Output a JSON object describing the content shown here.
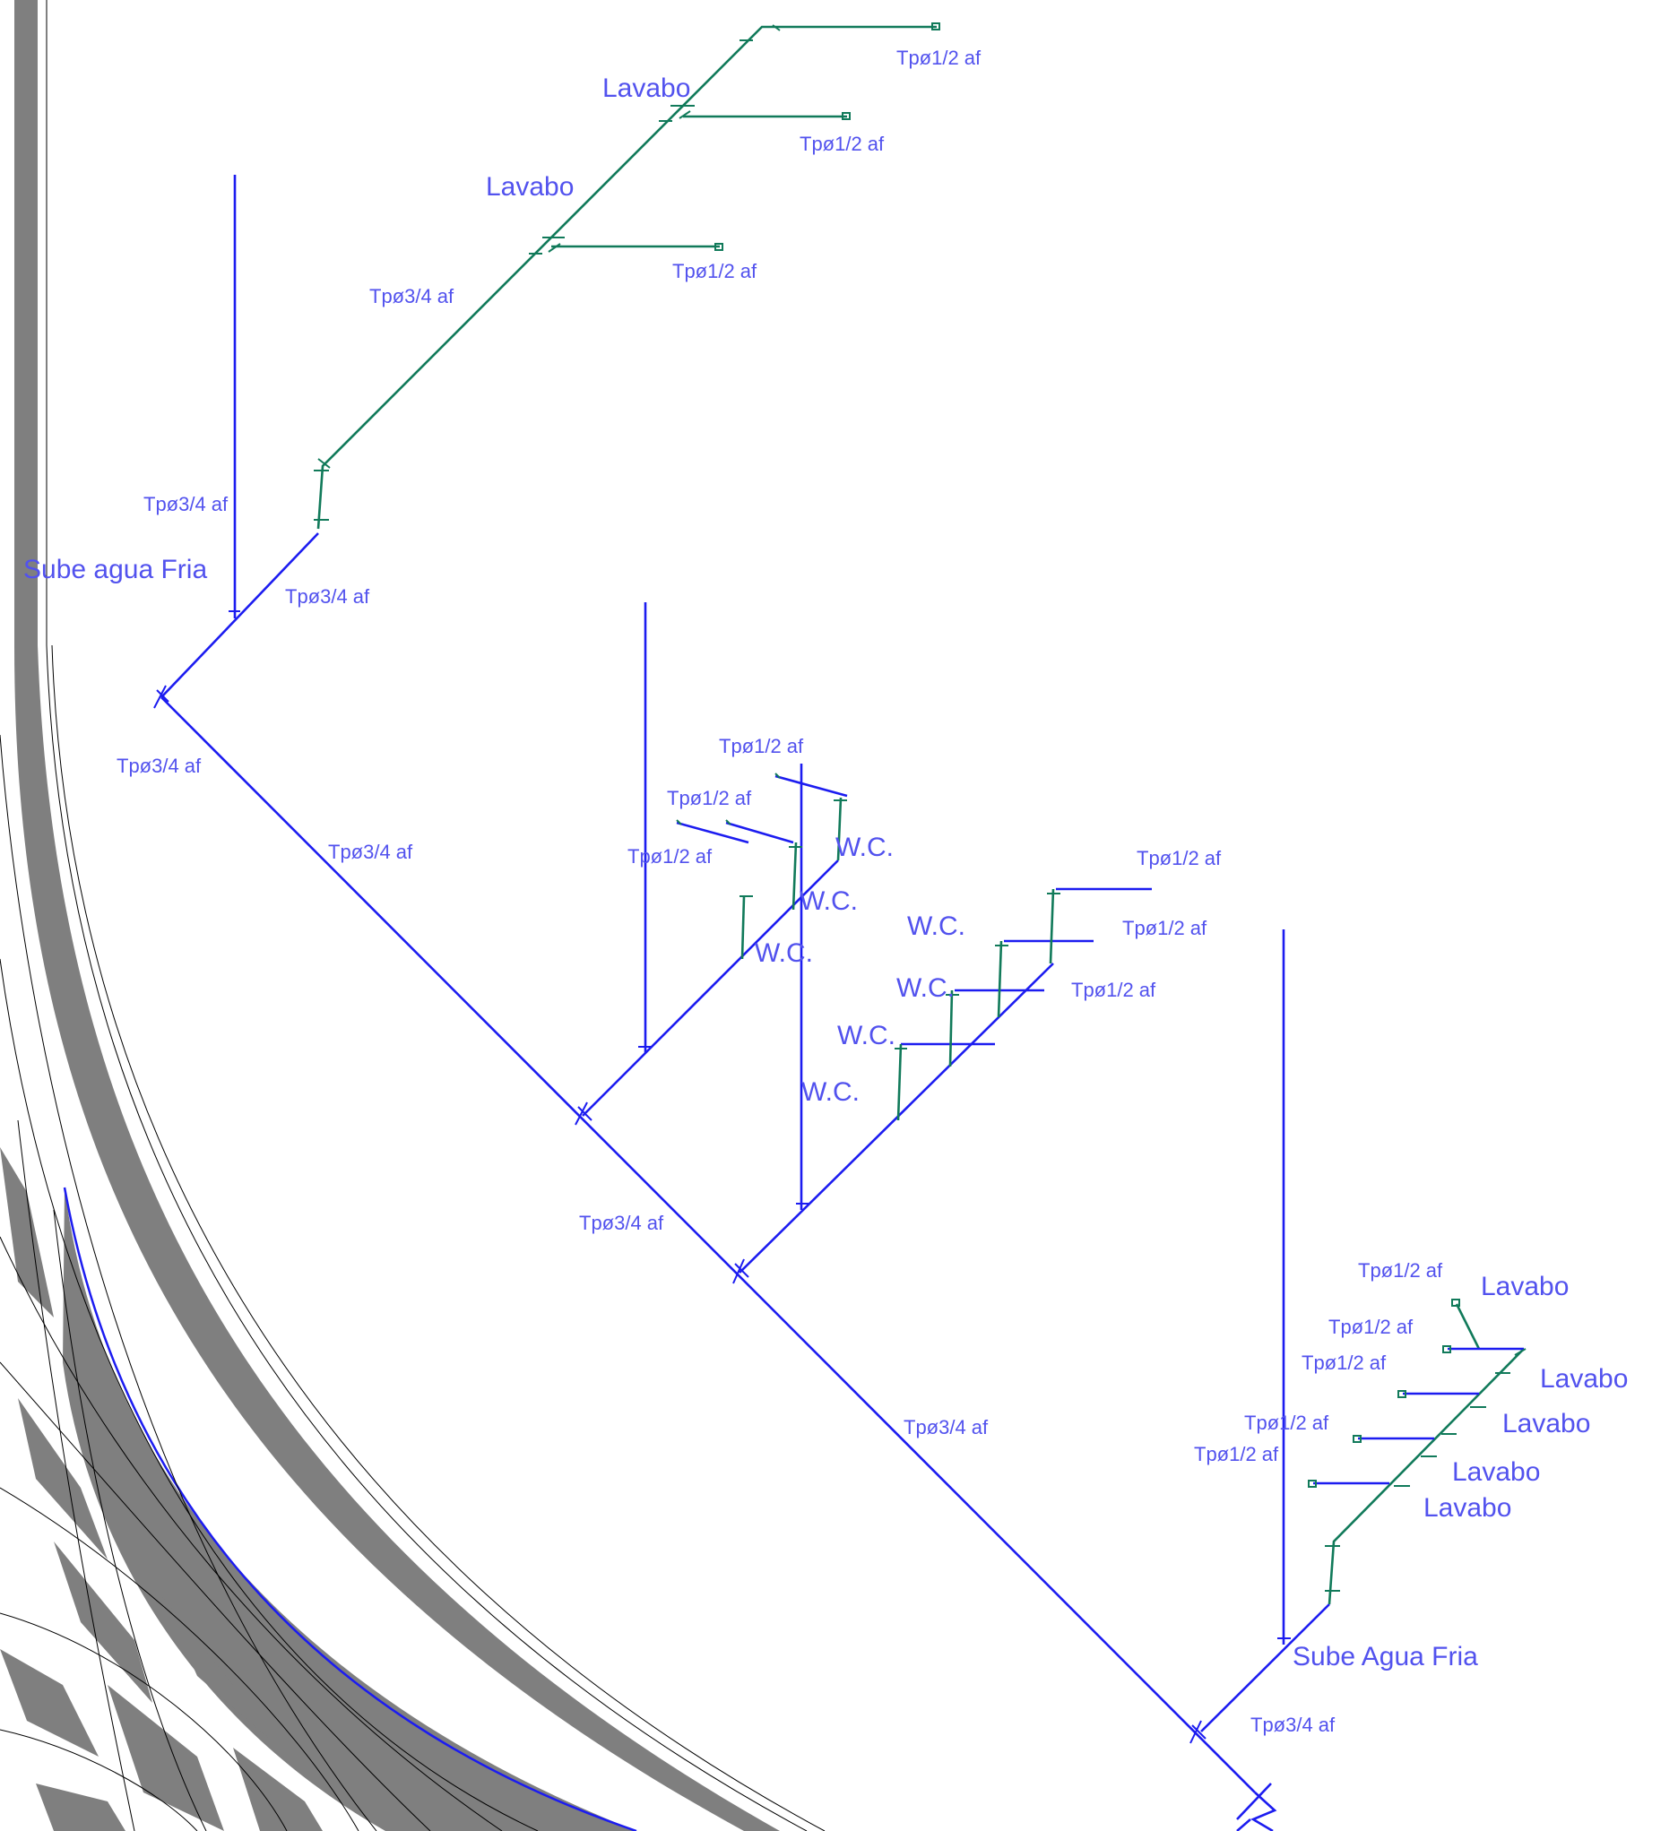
{
  "colors": {
    "main_pipe": "#1c1cf0",
    "branch_pipe": "#117a5a",
    "label": "#5252ee",
    "decoration_gray": "#7f7f7f"
  },
  "labels": {
    "top_tp_1": "Tpø1/2 af",
    "top_lavabo_1": "Lavabo",
    "top_tp_2": "Tpø1/2 af",
    "top_lavabo_2": "Lavabo",
    "top_tp_3": "Tpø1/2 af",
    "top_tp34_1": "Tpø3/4 af",
    "left_tp34": "Tpø3/4 af",
    "sube_agua_fria": "Sube agua Fria",
    "left_tp34_2": "Tpø3/4 af",
    "left_tp34_3": "Tpø3/4 af",
    "diag_tp34": "Tpø3/4 af",
    "mid_tp_1": "Tpø1/2 af",
    "mid_tp_2": "Tpø1/2 af",
    "mid_tp_3": "Tpø1/2 af",
    "wc_1": "W.C.",
    "wc_2": "W.C.",
    "wc_3": "W.C.",
    "right_tp_1": "Tpø1/2 af",
    "wc_4": "W.C.",
    "right_tp_2": "Tpø1/2 af",
    "wc_5": "W.C.",
    "right_tp_3": "Tpø1/2 af",
    "wc_6": "W.C.",
    "wc_7": "W.C.",
    "mid_tp34": "Tpø3/4 af",
    "low_tp34": "Tpø3/4 af",
    "br_tp_1": "Tpø1/2 af",
    "br_lavabo_1": "Lavabo",
    "br_tp_2": "Tpø1/2 af",
    "br_tp_3": "Tpø1/2 af",
    "br_lavabo_2": "Lavabo",
    "br_tp_4": "Tpø1/2 af",
    "br_lavabo_3": "Lavabo",
    "br_tp_5": "Tpø1/2 af",
    "br_lavabo_4": "Lavabo",
    "br_lavabo_5": "Lavabo",
    "sube_agua_fria_2": "Sube Agua Fria",
    "bottom_tp34": "Tpø3/4 af"
  }
}
